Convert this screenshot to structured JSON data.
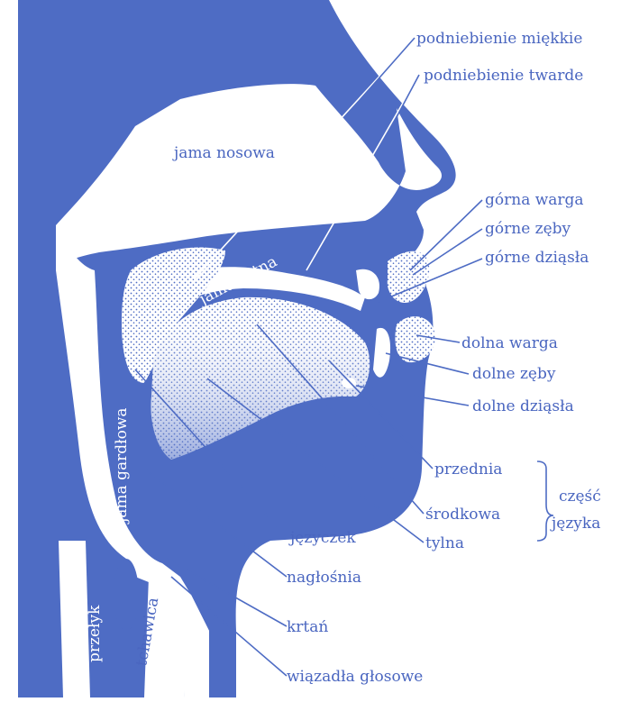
{
  "colors": {
    "tissue": "#4e6cc4",
    "label": "#4a66c0",
    "background": "#ffffff"
  },
  "labels": {
    "soft_palate": "podniebienie miękkie",
    "hard_palate": "podniebienie twarde",
    "nasal_cavity": "jama nosowa",
    "oral_cavity": "jama ustna",
    "pharyngeal_cavity": "jama gardłowa",
    "upper_lip": "górna warga",
    "upper_teeth": "górne zęby",
    "upper_gums": "górne dziąsła",
    "lower_lip": "dolna warga",
    "lower_teeth": "dolne zęby",
    "lower_gums": "dolne dziąsła",
    "front": "przednia",
    "middle": "środkowa",
    "back": "tylna",
    "tongue_part_1": "część",
    "tongue_part_2": "języka",
    "uvula": "języczek",
    "epiglottis": "nagłośnia",
    "larynx": "krtań",
    "vocal_cords": "wiązadła głosowe",
    "esophagus": "przełyk",
    "trachea": "tchawica"
  }
}
